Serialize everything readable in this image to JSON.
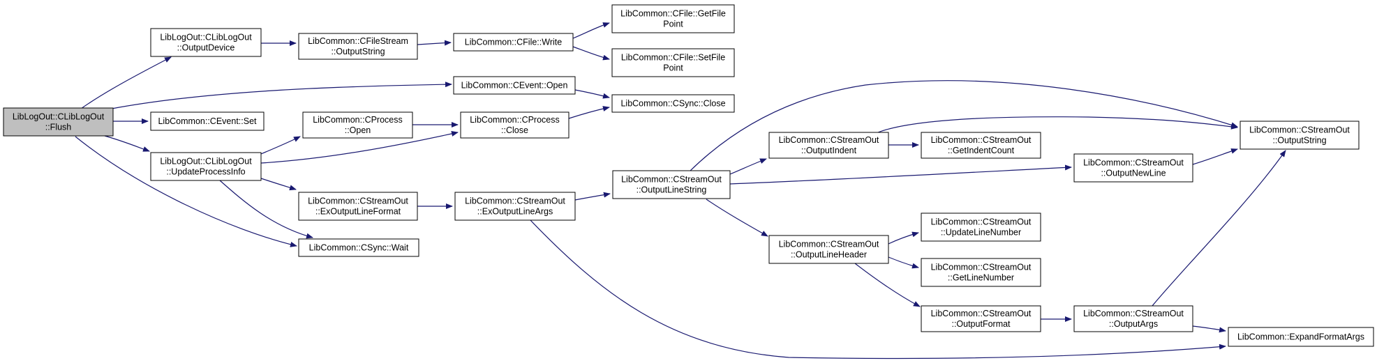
{
  "nodes": [
    {
      "id": "flush",
      "lines": [
        "LibLogOut::CLibLogOut",
        "::Flush"
      ],
      "root": true
    },
    {
      "id": "output_device",
      "lines": [
        "LibLogOut::CLibLogOut",
        "::OutputDevice"
      ]
    },
    {
      "id": "event_set",
      "lines": [
        "LibCommon::CEvent::Set"
      ]
    },
    {
      "id": "update_process_info",
      "lines": [
        "LibLogOut::CLibLogOut",
        "::UpdateProcessInfo"
      ]
    },
    {
      "id": "filestream_output_string",
      "lines": [
        "LibCommon::CFileStream",
        "::OutputString"
      ]
    },
    {
      "id": "process_open",
      "lines": [
        "LibCommon::CProcess",
        "::Open"
      ]
    },
    {
      "id": "ex_output_line_format",
      "lines": [
        "LibCommon::CStreamOut",
        "::ExOutputLineFormat"
      ]
    },
    {
      "id": "sync_wait",
      "lines": [
        "LibCommon::CSync::Wait"
      ]
    },
    {
      "id": "file_write",
      "lines": [
        "LibCommon::CFile::Write"
      ]
    },
    {
      "id": "event_open",
      "lines": [
        "LibCommon::CEvent::Open"
      ]
    },
    {
      "id": "process_close",
      "lines": [
        "LibCommon::CProcess",
        "::Close"
      ]
    },
    {
      "id": "ex_output_line_args",
      "lines": [
        "LibCommon::CStreamOut",
        "::ExOutputLineArgs"
      ]
    },
    {
      "id": "file_get_file_point",
      "lines": [
        "LibCommon::CFile::GetFile",
        "Point"
      ]
    },
    {
      "id": "file_set_file_point",
      "lines": [
        "LibCommon::CFile::SetFile",
        "Point"
      ]
    },
    {
      "id": "sync_close",
      "lines": [
        "LibCommon::CSync::Close"
      ]
    },
    {
      "id": "output_line_string",
      "lines": [
        "LibCommon::CStreamOut",
        "::OutputLineString"
      ]
    },
    {
      "id": "output_indent",
      "lines": [
        "LibCommon::CStreamOut",
        "::OutputIndent"
      ]
    },
    {
      "id": "output_line_header",
      "lines": [
        "LibCommon::CStreamOut",
        "::OutputLineHeader"
      ]
    },
    {
      "id": "get_indent_count",
      "lines": [
        "LibCommon::CStreamOut",
        "::GetIndentCount"
      ]
    },
    {
      "id": "update_line_number",
      "lines": [
        "LibCommon::CStreamOut",
        "::UpdateLineNumber"
      ]
    },
    {
      "id": "get_line_number",
      "lines": [
        "LibCommon::CStreamOut",
        "::GetLineNumber"
      ]
    },
    {
      "id": "output_format",
      "lines": [
        "LibCommon::CStreamOut",
        "::OutputFormat"
      ]
    },
    {
      "id": "output_new_line",
      "lines": [
        "LibCommon::CStreamOut",
        "::OutputNewLine"
      ]
    },
    {
      "id": "output_args",
      "lines": [
        "LibCommon::CStreamOut",
        "::OutputArgs"
      ]
    },
    {
      "id": "streamout_output_string",
      "lines": [
        "LibCommon::CStreamOut",
        "::OutputString"
      ]
    },
    {
      "id": "expand_format_args",
      "lines": [
        "LibCommon::ExpandFormatArgs"
      ]
    }
  ],
  "edges": [
    {
      "from": "flush",
      "to": "output_device"
    },
    {
      "from": "flush",
      "to": "event_open"
    },
    {
      "from": "flush",
      "to": "event_set"
    },
    {
      "from": "flush",
      "to": "update_process_info"
    },
    {
      "from": "flush",
      "to": "sync_wait"
    },
    {
      "from": "output_device",
      "to": "filestream_output_string"
    },
    {
      "from": "filestream_output_string",
      "to": "file_write"
    },
    {
      "from": "file_write",
      "to": "file_get_file_point"
    },
    {
      "from": "file_write",
      "to": "file_set_file_point"
    },
    {
      "from": "event_open",
      "to": "sync_close"
    },
    {
      "from": "update_process_info",
      "to": "process_open"
    },
    {
      "from": "update_process_info",
      "to": "process_close"
    },
    {
      "from": "update_process_info",
      "to": "ex_output_line_format"
    },
    {
      "from": "update_process_info",
      "to": "sync_wait"
    },
    {
      "from": "process_open",
      "to": "process_close"
    },
    {
      "from": "process_close",
      "to": "sync_close"
    },
    {
      "from": "ex_output_line_format",
      "to": "ex_output_line_args"
    },
    {
      "from": "ex_output_line_args",
      "to": "output_line_string"
    },
    {
      "from": "ex_output_line_args",
      "to": "expand_format_args"
    },
    {
      "from": "output_line_string",
      "to": "streamout_output_string"
    },
    {
      "from": "output_line_string",
      "to": "output_indent"
    },
    {
      "from": "output_line_string",
      "to": "output_new_line"
    },
    {
      "from": "output_line_string",
      "to": "output_line_header"
    },
    {
      "from": "output_indent",
      "to": "streamout_output_string"
    },
    {
      "from": "output_indent",
      "to": "get_indent_count"
    },
    {
      "from": "output_new_line",
      "to": "streamout_output_string"
    },
    {
      "from": "output_line_header",
      "to": "update_line_number"
    },
    {
      "from": "output_line_header",
      "to": "get_line_number"
    },
    {
      "from": "output_line_header",
      "to": "output_format"
    },
    {
      "from": "output_format",
      "to": "output_args"
    },
    {
      "from": "output_args",
      "to": "streamout_output_string"
    },
    {
      "from": "output_args",
      "to": "expand_format_args"
    }
  ]
}
